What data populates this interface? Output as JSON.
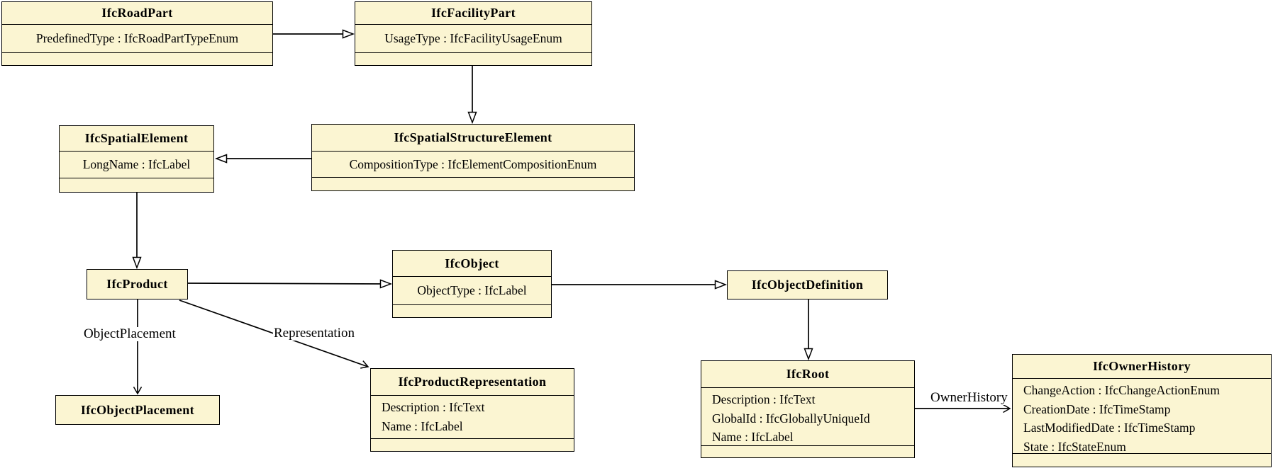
{
  "diagram": {
    "type": "uml-class-diagram",
    "classes": [
      {
        "id": "IfcRoadPart",
        "title": "IfcRoadPart",
        "attributes": [
          "PredefinedType : IfcRoadPartTypeEnum"
        ]
      },
      {
        "id": "IfcFacilityPart",
        "title": "IfcFacilityPart",
        "attributes": [
          "UsageType : IfcFacilityUsageEnum"
        ]
      },
      {
        "id": "IfcSpatialElement",
        "title": "IfcSpatialElement",
        "attributes": [
          "LongName : IfcLabel"
        ]
      },
      {
        "id": "IfcSpatialStructureElement",
        "title": "IfcSpatialStructureElement",
        "attributes": [
          "CompositionType : IfcElementCompositionEnum"
        ]
      },
      {
        "id": "IfcProduct",
        "title": "IfcProduct",
        "attributes": []
      },
      {
        "id": "IfcObject",
        "title": "IfcObject",
        "attributes": [
          "ObjectType : IfcLabel"
        ]
      },
      {
        "id": "IfcObjectDefinition",
        "title": "IfcObjectDefinition",
        "attributes": []
      },
      {
        "id": "IfcObjectPlacement",
        "title": "IfcObjectPlacement",
        "attributes": []
      },
      {
        "id": "IfcProductRepresentation",
        "title": "IfcProductRepresentation",
        "attributes": [
          "Description : IfcText",
          "Name : IfcLabel"
        ]
      },
      {
        "id": "IfcRoot",
        "title": "IfcRoot",
        "attributes": [
          "Description : IfcText",
          "GlobalId : IfcGloballyUniqueId",
          "Name : IfcLabel"
        ]
      },
      {
        "id": "IfcOwnerHistory",
        "title": "IfcOwnerHistory",
        "attributes": [
          "ChangeAction : IfcChangeActionEnum",
          "CreationDate : IfcTimeStamp",
          "LastModifiedDate : IfcTimeStamp",
          "State : IfcStateEnum"
        ]
      }
    ],
    "edge_labels": {
      "object_placement": "ObjectPlacement",
      "representation": "Representation",
      "owner_history": "OwnerHistory"
    },
    "relationships": [
      {
        "from": "IfcRoadPart",
        "to": "IfcFacilityPart",
        "type": "generalization"
      },
      {
        "from": "IfcFacilityPart",
        "to": "IfcSpatialStructureElement",
        "type": "generalization"
      },
      {
        "from": "IfcSpatialStructureElement",
        "to": "IfcSpatialElement",
        "type": "generalization"
      },
      {
        "from": "IfcSpatialElement",
        "to": "IfcProduct",
        "type": "generalization"
      },
      {
        "from": "IfcProduct",
        "to": "IfcObject",
        "type": "generalization"
      },
      {
        "from": "IfcObject",
        "to": "IfcObjectDefinition",
        "type": "generalization"
      },
      {
        "from": "IfcObjectDefinition",
        "to": "IfcRoot",
        "type": "generalization"
      },
      {
        "from": "IfcProduct",
        "to": "IfcObjectPlacement",
        "type": "association",
        "label": "ObjectPlacement"
      },
      {
        "from": "IfcProduct",
        "to": "IfcProductRepresentation",
        "type": "association",
        "label": "Representation"
      },
      {
        "from": "IfcRoot",
        "to": "IfcOwnerHistory",
        "type": "association",
        "label": "OwnerHistory"
      }
    ]
  },
  "colors": {
    "class_fill": "#FBF5D2",
    "class_border": "#000000",
    "line": "#000000",
    "background": "#FFFFFF"
  }
}
